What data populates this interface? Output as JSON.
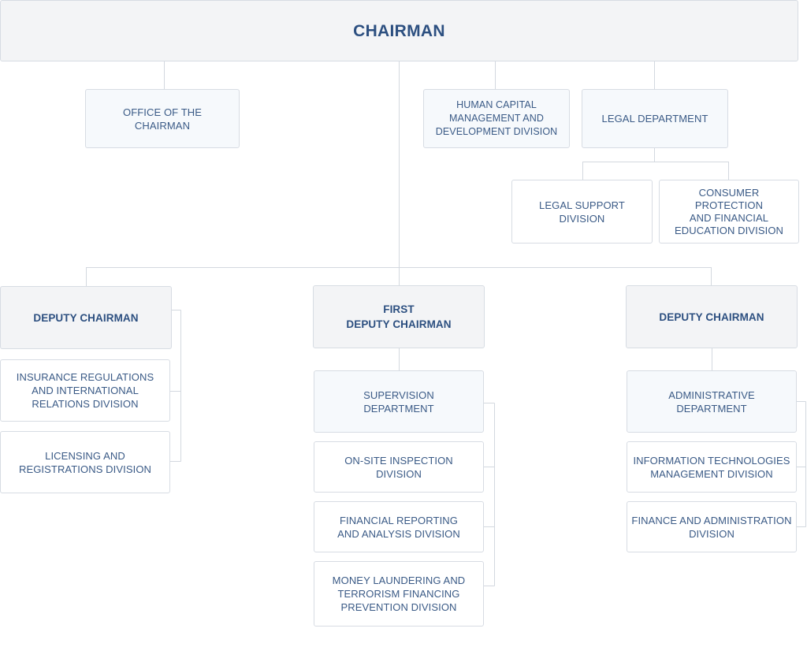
{
  "chairman": "CHAIRMAN",
  "top_units": {
    "office_of_chairman": "OFFICE OF THE\nCHAIRMAN",
    "human_capital": "HUMAN CAPITAL\nMANAGEMENT AND\nDEVELOPMENT DIVISION",
    "legal_department": "LEGAL DEPARTMENT",
    "legal_support": "LEGAL SUPPORT\nDIVISION",
    "consumer_protection": "CONSUMER PROTECTION\nAND FINANCIAL\nEDUCATION DIVISION"
  },
  "left_branch": {
    "head": "DEPUTY CHAIRMAN",
    "divisions": [
      "INSURANCE REGULATIONS\nAND INTERNATIONAL\nRELATIONS DIVISION",
      "LICENSING AND\nREGISTRATIONS DIVISION"
    ]
  },
  "center_branch": {
    "head": "FIRST\nDEPUTY CHAIRMAN",
    "department": "SUPERVISION\nDEPARTMENT",
    "divisions": [
      "ON-SITE INSPECTION\nDIVISION",
      "FINANCIAL REPORTING\nAND ANALYSIS DIVISION",
      "MONEY LAUNDERING AND\nTERRORISM FINANCING\nPREVENTION DIVISION"
    ]
  },
  "right_branch": {
    "head": "DEPUTY CHAIRMAN",
    "department": "ADMINISTRATIVE\nDEPARTMENT",
    "divisions": [
      "INFORMATION  TECHNOLOGIES\nMANAGEMENT DIVISION",
      "FINANCE  AND ADMINISTRATION\nDIVISION"
    ]
  }
}
